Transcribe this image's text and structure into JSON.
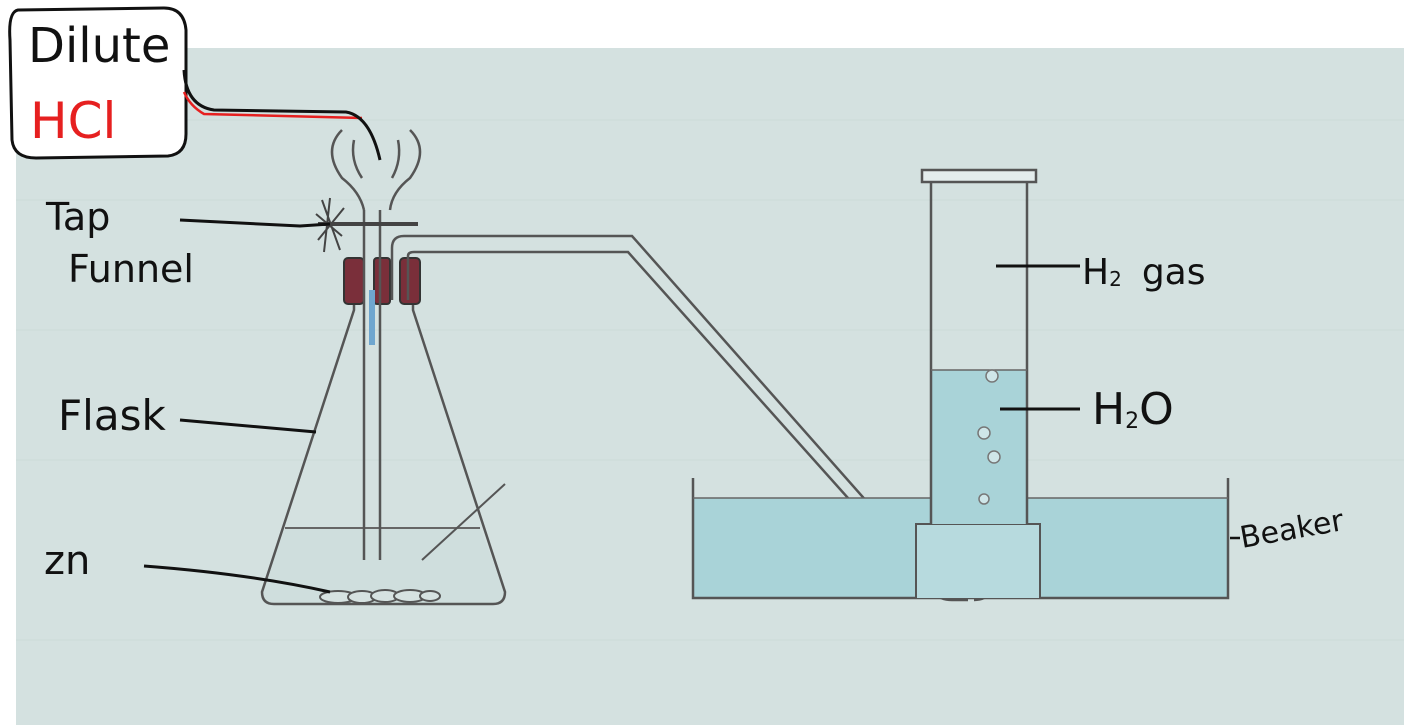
{
  "labels": {
    "dilute": "Dilute",
    "hcl": "HCl",
    "tap": "Tap",
    "funnel": "Funnel",
    "flask": "Flask",
    "zn": "zn",
    "h2_gas_h": "H",
    "h2_gas_sub": "2",
    "h2_gas_word": "gas",
    "h2o_h": "H",
    "h2o_sub": "2",
    "h2o_o": "O",
    "beaker": "Beaker"
  },
  "colors": {
    "photo_bg": "#d2e0df",
    "water": "#a9d3d8",
    "outline": "#555555",
    "ink": "#111111",
    "red_ink": "#e62020",
    "stopper": "#7a2f3a"
  }
}
